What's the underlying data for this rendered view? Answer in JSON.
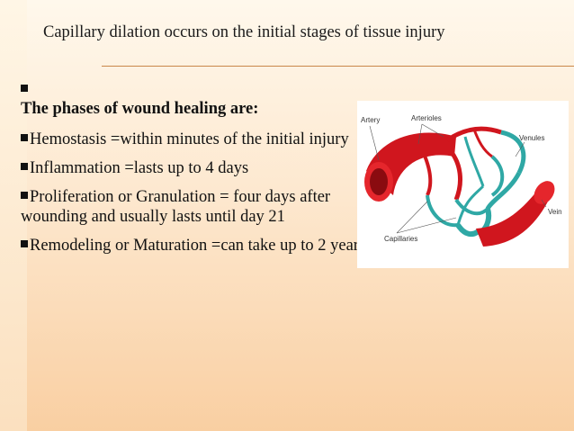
{
  "slide": {
    "subtitle": "Capillary dilation occurs on the initial stages of tissue injury",
    "heading": "The phases of wound healing are:",
    "bullets": [
      "Hemostasis =within minutes of the initial injury",
      "Inflammation =lasts up to 4 days",
      "Proliferation or Granulation = four days after wounding and usually lasts until day 21",
      "Remodeling or Maturation =can take up to 2 years"
    ]
  },
  "diagram": {
    "labels": {
      "artery": "Artery",
      "arterioles": "Arterioles",
      "venules": "Venules",
      "vein": "Vein",
      "capillaries": "Capillaries"
    },
    "colors": {
      "arterial": "#d0161e",
      "venous": "#2fa8a5",
      "lumen": "#8a0b10"
    }
  }
}
